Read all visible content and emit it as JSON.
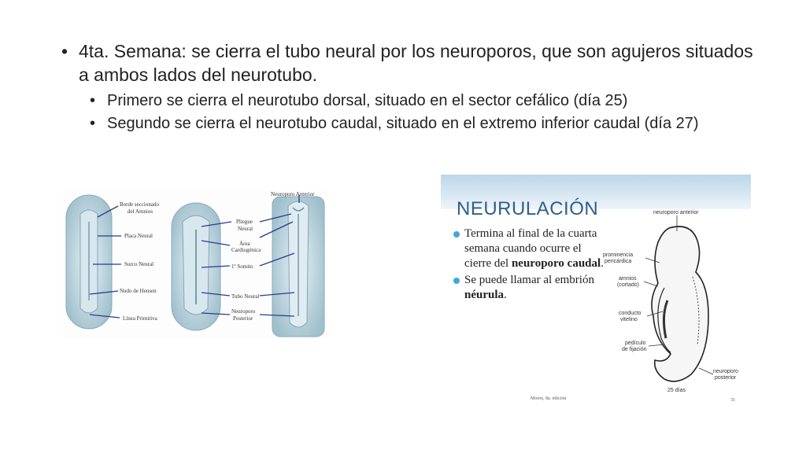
{
  "main_bullet": "4ta. Semana: se cierra el tubo neural por los neuroporos, que son agujeros situados a ambos lados del neurotubo.",
  "sub_bullets": [
    "Primero se cierra el neurotubo dorsal, situado en el sector cefálico (día 25)",
    "Segundo se cierra el neurotubo caudal, situado en el extremo inferior caudal (día 27)"
  ],
  "left_figure": {
    "labels": {
      "borde1": "Borde seccionado",
      "borde2": "del Amnios",
      "placa": "Placa Neural",
      "surco": "Surco Neural",
      "nudo": "Nudo de Hensen",
      "linea": "Línea Primitiva",
      "pliegue1": "Pliegue",
      "pliegue2": "Neural",
      "area1": "Área",
      "area2": "Cardiogénica",
      "somito": "1º Somito",
      "tubo": "Tubo Neural",
      "neuroporo_post1": "Neuroporo",
      "neuroporo_post2": "Posterior",
      "neuroporo_ant": "Neuroporo Anterior"
    }
  },
  "right_figure": {
    "title": "NEURULACIÓN",
    "bullet1_pre": "Termina al final de la cuarta semana cuando ocurre el cierre del ",
    "bullet1_bold": "neuroporo caudal",
    "bullet1_post": ".",
    "bullet2_pre": "Se puede llamar al embrión ",
    "bullet2_bold": "néurula",
    "bullet2_post": ".",
    "citation": "Moore, 8a. edición",
    "page_number": "31",
    "labels": {
      "neuroporo_anterior": "neuroporo anterior",
      "prominencia1": "prominencia",
      "prominencia2": "pericárdica",
      "amnios1": "amnios",
      "amnios2": "(cortado)",
      "conducto1": "conducto",
      "conducto2": "vitelino",
      "pediculo1": "pedículo",
      "pediculo2": "de fijación",
      "neuroporo_post1": "neuroporo",
      "neuroporo_post2": "posterior",
      "dias": "25 días"
    }
  }
}
